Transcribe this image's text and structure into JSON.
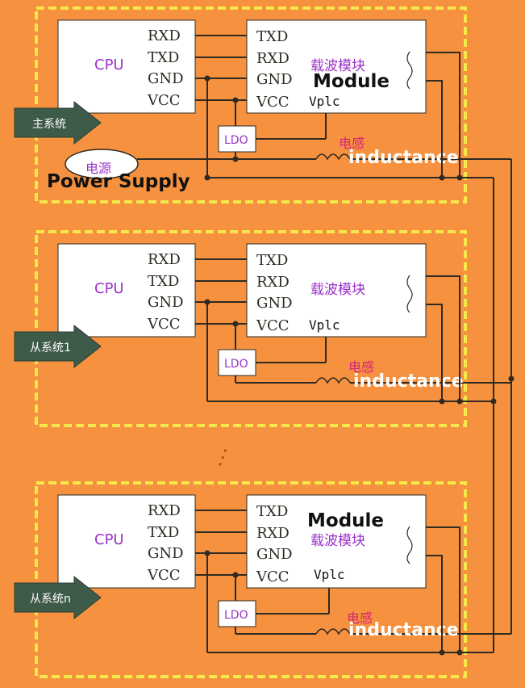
{
  "colors": {
    "background": "#f6923f",
    "dashed_border": "#f5e84a",
    "wire": "#2f2a22",
    "box_fill": "#ffffff",
    "purple_text": "#9b32c9",
    "magenta_text": "#d4237a",
    "arrow_fill": "#3e5a48",
    "arrow_text": "#ffffff"
  },
  "pins": {
    "cpu": [
      "RXD",
      "TXD",
      "GND",
      "VCC"
    ],
    "module": [
      "TXD",
      "RXD",
      "GND",
      "VCC"
    ]
  },
  "labels": {
    "cpu": "CPU",
    "module_cn": "载波模块",
    "module_en": "Module",
    "vplc": "Vplc",
    "ldo": "LDO",
    "inductance_cn": "电感",
    "inductance_en": "inductance",
    "power_cn": "电源",
    "power_en": "Power Supply",
    "ellipsis": "⋮"
  },
  "systems": [
    {
      "name": "主系统"
    },
    {
      "name": "从系统1"
    },
    {
      "name": "从系统n"
    }
  ]
}
